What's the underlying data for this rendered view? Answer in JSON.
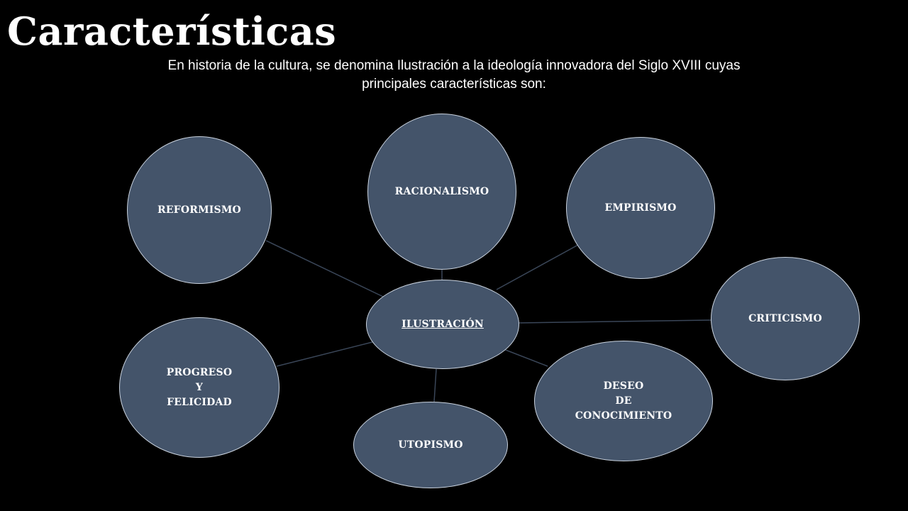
{
  "slide": {
    "title": "Características",
    "intro": "En historia de la cultura, se denomina Ilustración a la ideología innovadora del Siglo XVIII cuyas principales características son:"
  },
  "diagram": {
    "center": {
      "label": "ILUSTRACIÓN"
    },
    "nodes": [
      {
        "id": "racionalismo",
        "label": "RACIONALISMO"
      },
      {
        "id": "reformismo",
        "label": "REFORMISMO"
      },
      {
        "id": "empirismo",
        "label": "EMPIRISMO"
      },
      {
        "id": "criticismo",
        "label": "CRITICISMO"
      },
      {
        "id": "progreso",
        "label": "PROGRESO\nY\nFELICIDAD"
      },
      {
        "id": "deseo",
        "label": "DESEO\nDE\nCONOCIMIENTO"
      },
      {
        "id": "utopismo",
        "label": "UTOPISMO"
      }
    ],
    "colors": {
      "background": "#000000",
      "node_fill": "#44546a",
      "node_border": "#c9d2de",
      "connector": "#3a4658",
      "text": "#ffffff"
    }
  }
}
